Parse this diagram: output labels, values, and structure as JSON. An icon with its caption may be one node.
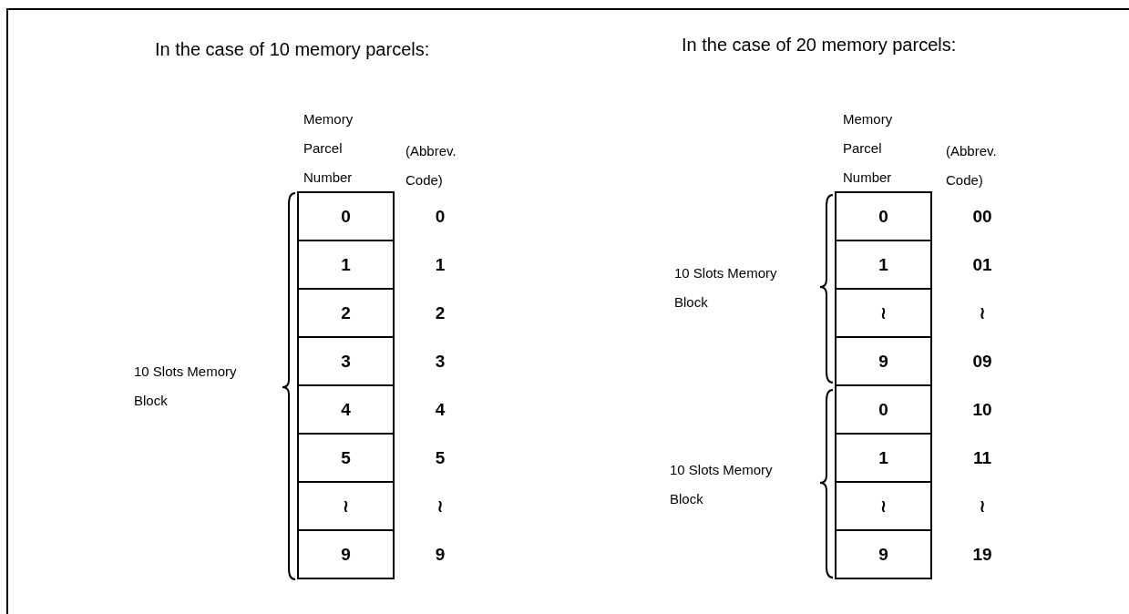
{
  "diagram": {
    "nodes": [
      {
        "text": [
          "0"
        ]
      },
      {
        "text": [
          "1"
        ]
      },
      {
        "text": [
          "2"
        ]
      },
      {
        "text": [
          "3"
        ]
      },
      {
        "text": [
          "4"
        ]
      },
      {
        "text": [
          "5"
        ]
      },
      {
        "text": [
          "≀"
        ]
      },
      {
        "text": [
          "9"
        ]
      },
      {
        "text": [
          "0"
        ]
      },
      {
        "text": [
          "1"
        ]
      },
      {
        "text": [
          "≀"
        ]
      },
      {
        "text": [
          "9"
        ]
      },
      {
        "text": [
          "0"
        ]
      },
      {
        "text": [
          "1"
        ]
      },
      {
        "text": [
          "≀"
        ]
      },
      {
        "text": [
          "9"
        ]
      }
    ],
    "edges": [],
    "labels": [
      "In the case of 10 memory parcels:",
      "Memory Parcel Number",
      "(Abbrev. Code)",
      "0",
      "1",
      "2",
      "3",
      "4",
      "5",
      "≀",
      "9",
      "10 Slots Memory Block",
      "In the case of 20 memory parcels:",
      "Memory Parcel Number",
      "(Abbrev. Code)",
      "00",
      "01",
      "≀",
      "09",
      "10",
      "11",
      "≀",
      "19",
      "10 Slots Memory Block",
      "10 Slots Memory Block"
    ]
  }
}
